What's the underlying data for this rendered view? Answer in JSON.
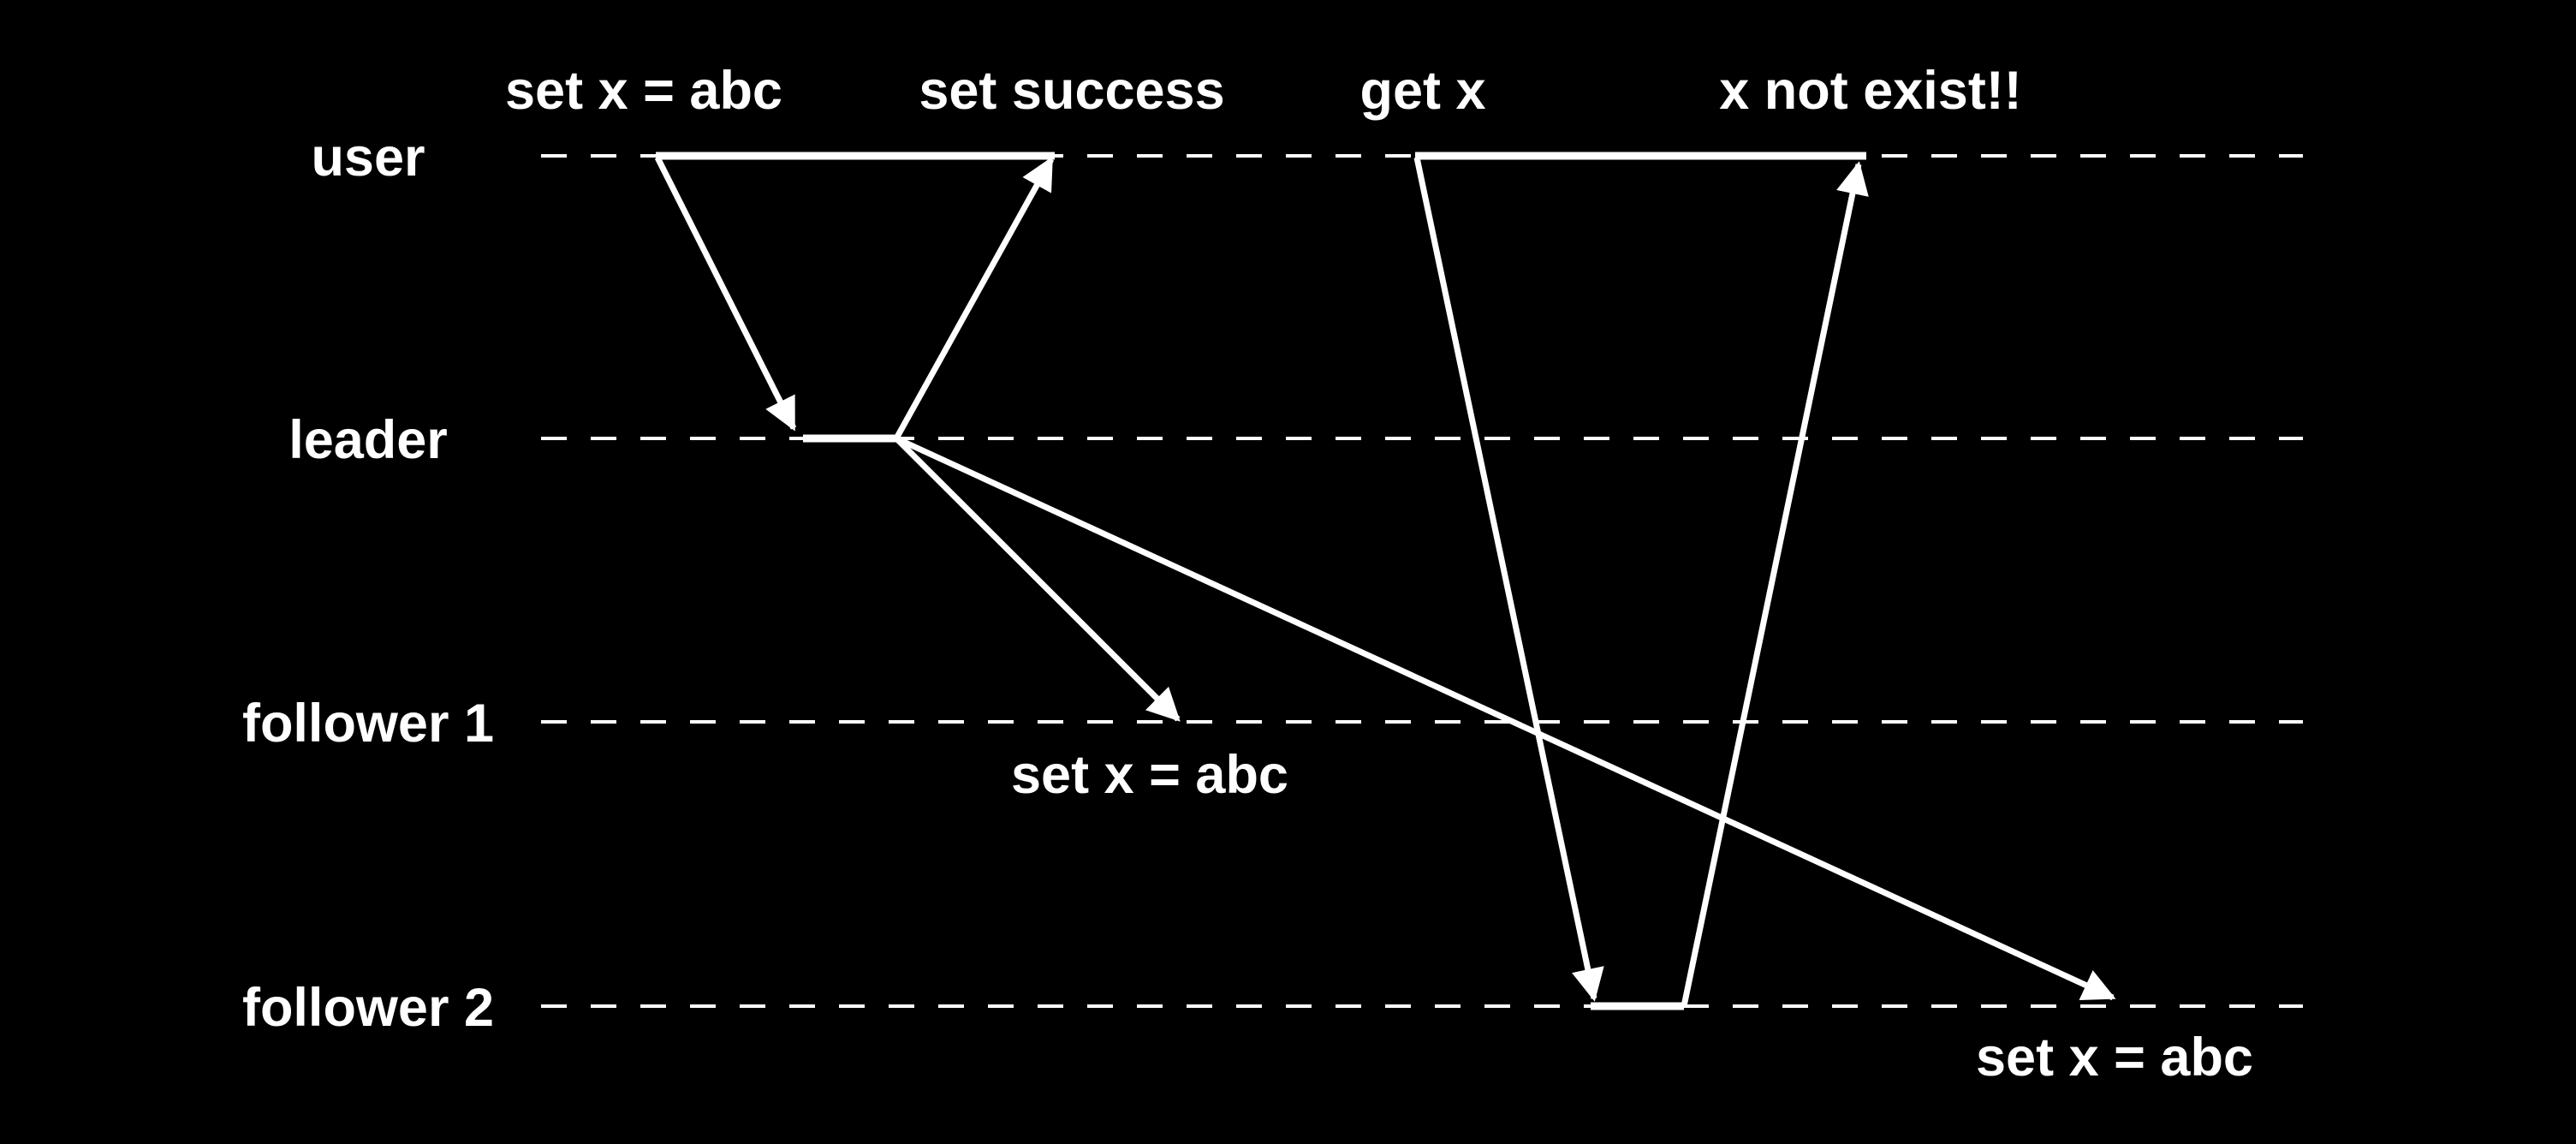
{
  "diagram": {
    "background_color": "#000000",
    "foreground_color": "#ffffff",
    "lanes": {
      "user": "user",
      "leader": "leader",
      "follower1": "follower 1",
      "follower2": "follower 2"
    },
    "messages": {
      "set_request": "set x = abc",
      "set_response": "set success",
      "get_request": "get x",
      "get_response": "x not exist!!",
      "replicate_follower1": "set x = abc",
      "replicate_follower2": "set x = abc"
    }
  }
}
